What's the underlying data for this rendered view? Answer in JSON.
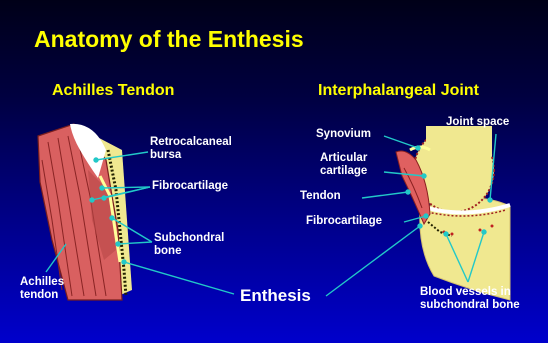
{
  "title": "Anatomy of the Enthesis",
  "headings": {
    "left": "Achilles Tendon",
    "right": "Interphalangeal Joint"
  },
  "labels": {
    "retrocalcaneal_1": "Retrocalcaneal",
    "retrocalcaneal_2": "bursa",
    "fibrocartilage": "Fibrocartilage",
    "subchondral_1": "Subchondral",
    "subchondral_2": "bone",
    "achilles_1": "Achilles",
    "achilles_2": "tendon",
    "enthesis": "Enthesis",
    "synovium": "Synovium",
    "joint_space": "Joint space",
    "articular_1": "Articular",
    "articular_2": "cartilage",
    "tendon": "Tendon",
    "blood_vessels_1": "Blood vessels in",
    "blood_vessels_2": "subchondral bone"
  },
  "colors": {
    "title": "#ffff00",
    "label": "#ffffff",
    "pointer": "#22c8c8",
    "background_top": "#000018",
    "background_bottom": "#0000cc",
    "tendon": "#d96060",
    "bone": "#f0e890"
  }
}
